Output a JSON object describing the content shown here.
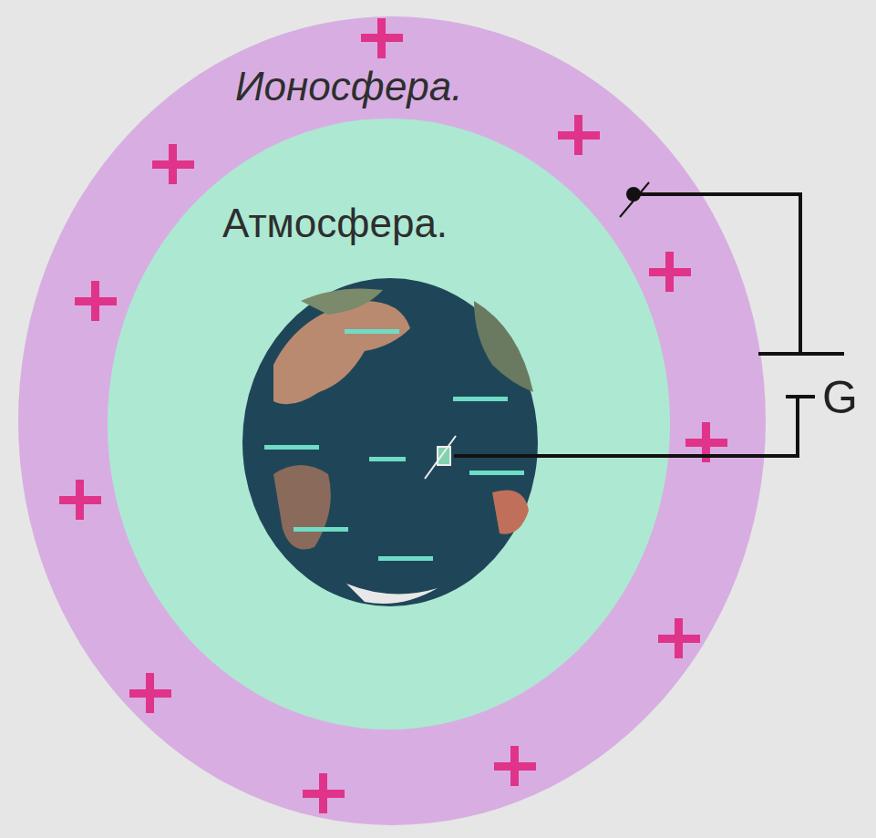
{
  "diagram": {
    "nodes": [
      {
        "text": [
          "Ионосфера."
        ]
      },
      {
        "text": [
          "Атмосфера."
        ],
        "in": 0
      }
    ],
    "labels": [
      "G"
    ]
  }
}
